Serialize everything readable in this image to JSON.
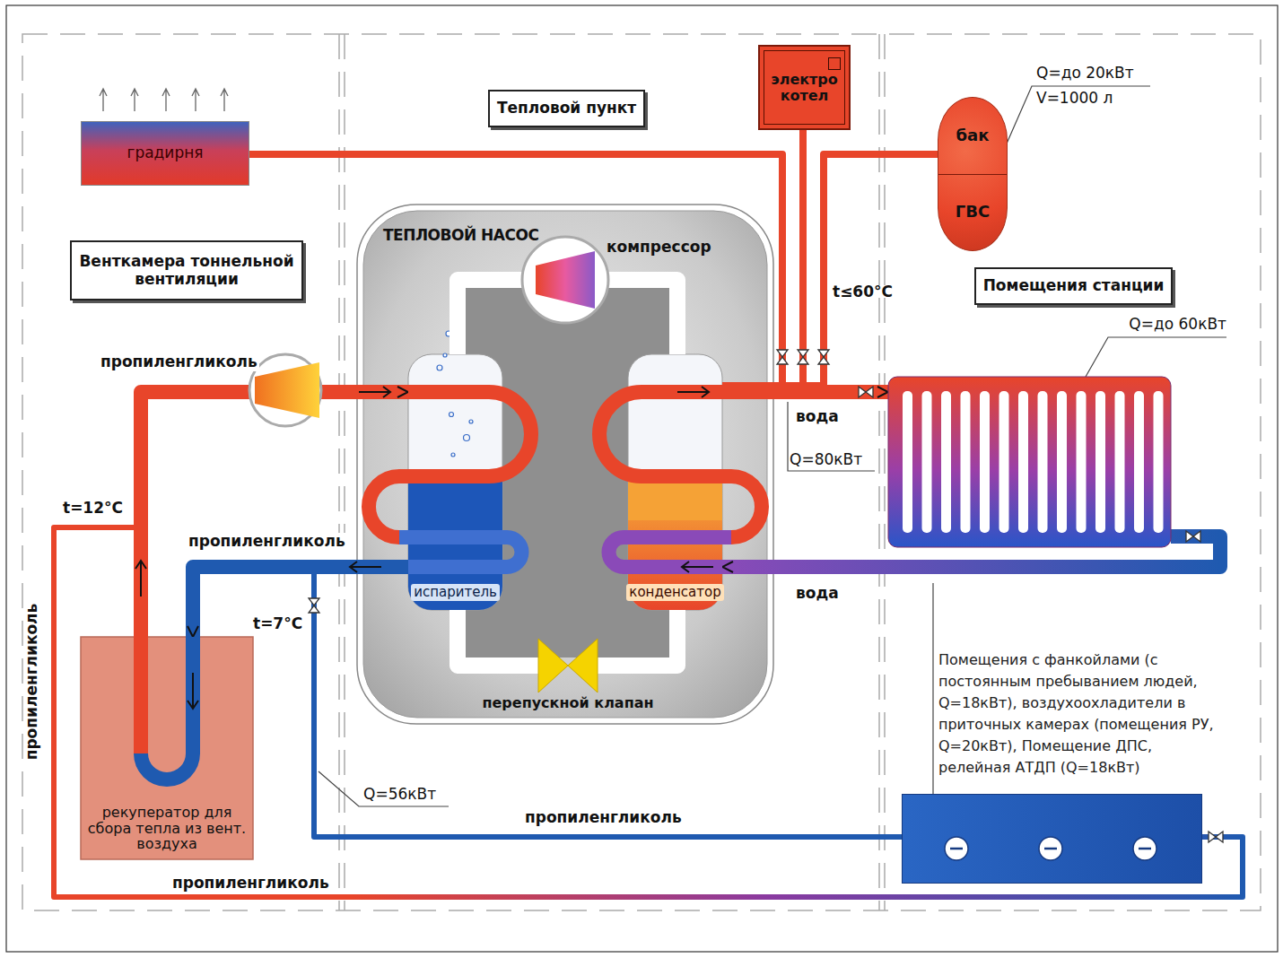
{
  "diagram": {
    "nodes": [
      {
        "text": [
          "градирня"
        ]
      },
      {
        "text": [
          "Тепловой пункт"
        ]
      },
      {
        "text": [
          "электро котел"
        ]
      },
      {
        "text": [
          "бак",
          "ГВС"
        ]
      },
      {
        "text": [
          "Венткамера тоннельной вентиляции"
        ]
      },
      {
        "text": [
          "ТЕПЛОВОЙ НАСОС"
        ]
      },
      {
        "text": [
          "компрессор"
        ],
        "in": 5
      },
      {
        "text": [
          "испаритель"
        ],
        "in": 5
      },
      {
        "text": [
          "конденсатор"
        ],
        "in": 5
      },
      {
        "text": [
          "перепускной клапан"
        ],
        "in": 5
      },
      {
        "text": [
          "Помещения станции"
        ]
      },
      {
        "text": [
          "Q=до 60кВт"
        ]
      },
      {
        "text": [
          "рекуператор для сбора тепла из вент. воздуха"
        ]
      },
      {
        "text": [
          "Помещения с фанкойлами (с постоянным пребыванием людей, Q=18кВт), воздухоохладители в приточных камерах (помещения РУ, Q=20кВт), Помещение ДПС, релейная АТДП (Q=18кВт)"
        ]
      }
    ],
    "edges": [
      {
        "from": 12,
        "to": 7,
        "arrow": "to",
        "label": "пропиленгликоль"
      },
      {
        "from": 7,
        "to": 12,
        "arrow": "to",
        "label": "пропиленгликоль"
      },
      {
        "from": 8,
        "to": 11,
        "arrow": "to",
        "label": "вода"
      },
      {
        "from": 11,
        "to": 8,
        "arrow": "to",
        "label": "вода"
      },
      {
        "from": 8,
        "to": 0,
        "arrow": "none"
      },
      {
        "from": 8,
        "to": 2,
        "arrow": "none"
      },
      {
        "from": 8,
        "to": 3,
        "arrow": "none"
      },
      {
        "from": 7,
        "to": 13,
        "arrow": "none",
        "label": "пропиленгликоль"
      },
      {
        "from": 13,
        "to": 7,
        "arrow": "none",
        "label": "пропиленгликоль"
      },
      {
        "from": 7,
        "to": 6,
        "arrow": "none"
      },
      {
        "from": 6,
        "to": 8,
        "arrow": "none"
      },
      {
        "from": 8,
        "to": 9,
        "arrow": "none"
      },
      {
        "from": 9,
        "to": 7,
        "arrow": "none"
      }
    ],
    "labels": [
      "Q=до 20кВт",
      "V=1000 л",
      "t≤60°C",
      "Q=80кВт",
      "t=12°C",
      "t=7°C",
      "Q=56кВт",
      "пропиленгликоль"
    ]
  }
}
